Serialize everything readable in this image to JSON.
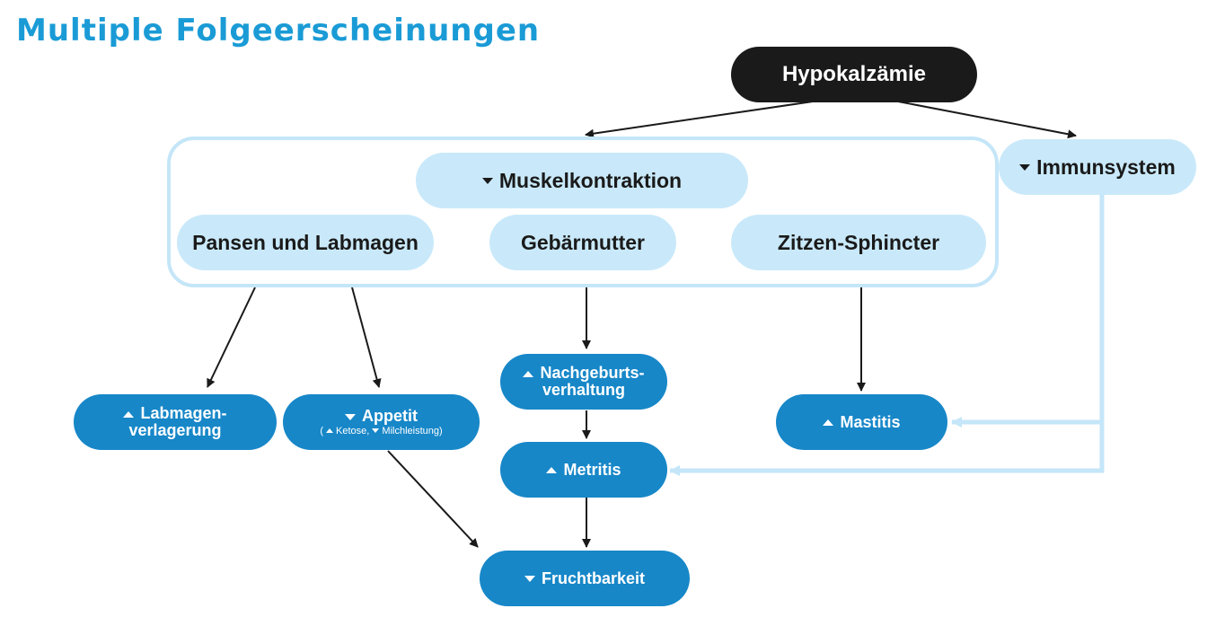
{
  "title": "Multiple Folgeerscheinungen",
  "colors": {
    "title": "#1a9bd6",
    "root": "#1a1a1a",
    "light": "#c9e9fa",
    "blue": "#1787c8",
    "frame": "#c4e6f8",
    "arrow": "#1a1a1a"
  },
  "nodes": {
    "hypokalzaemie": "Hypokalzämie",
    "muskelkontraktion": "Muskelkontraktion",
    "immunsystem": "Immunsystem",
    "pansen": "Pansen und Labmagen",
    "gebaermutter": "Gebärmutter",
    "zitzen": "Zitzen-Sphincter",
    "labmagen_1": "Labmagen-",
    "labmagen_2": "verlagerung",
    "appetit": "Appetit",
    "appetit_open": "(",
    "appetit_ketose": "Ketose,",
    "appetit_milch": "Milchleistung)",
    "nachgeburt_1": "Nachgeburts-",
    "nachgeburt_2": "verhaltung",
    "metritis": "Metritis",
    "mastitis": "Mastitis",
    "fruchtbarkeit": "Fruchtbarkeit"
  },
  "indicators": {
    "muskelkontraktion": "down-triangle",
    "immunsystem": "down-triangle",
    "labmagenverlagerung": "up-triangle",
    "appetit": "down-triangle",
    "ketose": "up-triangle",
    "milchleistung": "down-triangle",
    "nachgeburtsverhaltung": "up-triangle",
    "metritis": "up-triangle",
    "mastitis": "up-triangle",
    "fruchtbarkeit": "down-triangle"
  }
}
